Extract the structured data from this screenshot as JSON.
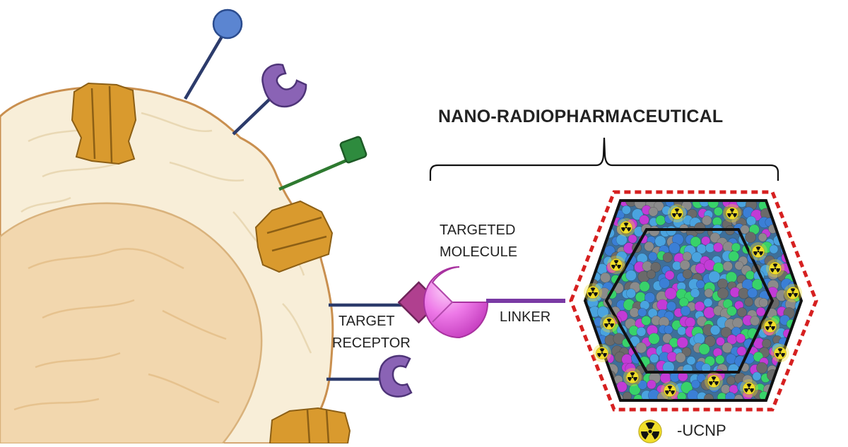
{
  "labels": {
    "title": "NANO-RADIOPHARMACEUTICAL",
    "targeted_line1": "TARGETED",
    "targeted_line2": "MOLECULE",
    "target_line1": "TARGET",
    "target_line2": "RECEPTOR",
    "linker": "LINKER",
    "ucnp_legend": "-UCNP"
  },
  "colors": {
    "cell_membrane": "#c98f4f",
    "cell_body": "#f8eed8",
    "nucleus": "#f2d7ae",
    "channel_protein": "#d99a2e",
    "stalk": "#2c3b6b",
    "blue_ligand": "#5b85d1",
    "purple_receptor": "#8a63b5",
    "green_ligand": "#2e8b3e",
    "target_receptor_diamond": "#b0408f",
    "targeted_molecule": "#e75fe0",
    "linker": "#7a3aa4",
    "dashed_outline": "#d62020",
    "hex_outline": "#111111",
    "particle_palette": [
      "#4aa3df",
      "#8b8b8b",
      "#c23bd6",
      "#38d26a",
      "#3b7fd6",
      "#6a6a6a"
    ],
    "radiation_badge": "#f1de2a"
  },
  "icons": {
    "ucnp": "radiation-trefoil-icon"
  }
}
